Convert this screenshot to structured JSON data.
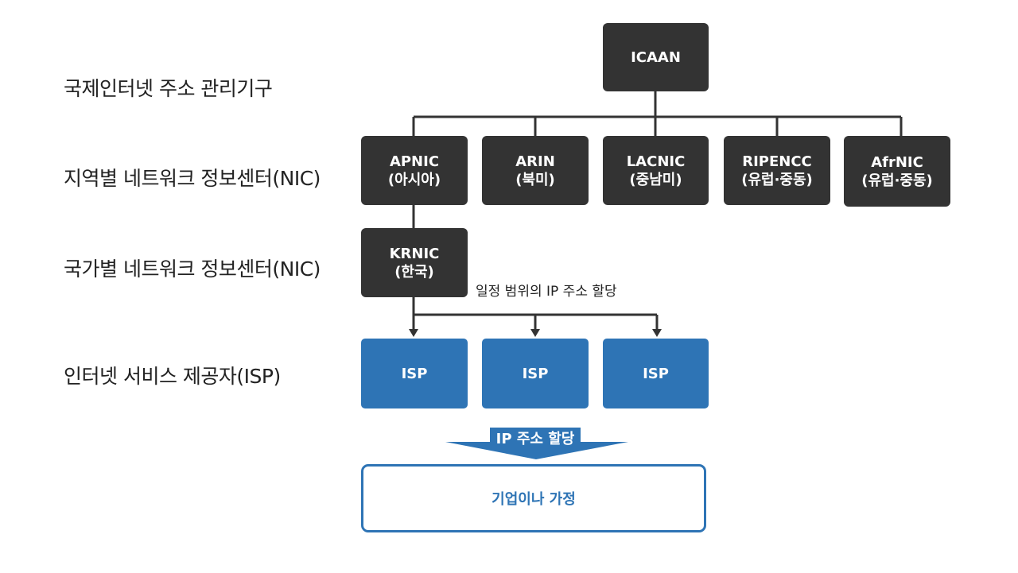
{
  "levels": {
    "international": "국제인터넷 주소 관리기구",
    "regional": "지역별 네트워크 정보센터(NIC)",
    "national": "국가별 네트워크 정보센터(NIC)",
    "isp": "인터넷 서비스 제공자(ISP)"
  },
  "root": {
    "label": "ICAAN"
  },
  "regional_nics": [
    {
      "name": "APNIC",
      "region": "(아시아)"
    },
    {
      "name": "ARIN",
      "region": "(북미)"
    },
    {
      "name": "LACNIC",
      "region": "(중남미)"
    },
    {
      "name": "RIPENCC",
      "region": "(유럽·중동)"
    },
    {
      "name": "AfrNIC",
      "region": "(유럽·중동)"
    }
  ],
  "national_nic": {
    "name": "KRNIC",
    "region": "(한국)"
  },
  "range_note": "일정 범위의 IP 주소 할당",
  "isps": [
    "ISP",
    "ISP",
    "ISP"
  ],
  "ip_allocation_label": "IP 주소 할당",
  "end_users": "기업이나 가정",
  "colors": {
    "dark_box": "#333333",
    "blue_box": "#2e74b5",
    "connector": "#333333"
  }
}
